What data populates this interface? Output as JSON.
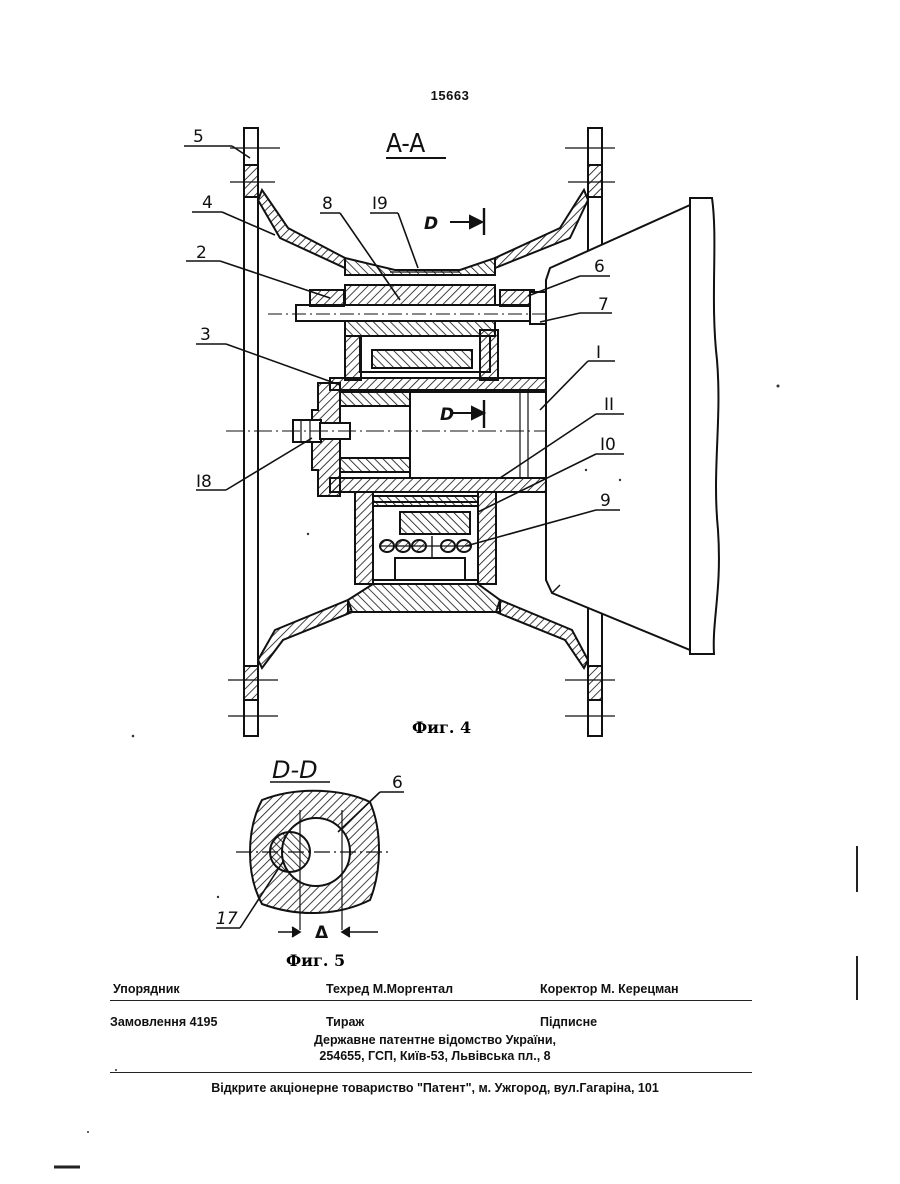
{
  "page_number": "15663",
  "figure4": {
    "section_label": "A-A",
    "caption": "Фиг. 4",
    "view_marker": "D",
    "labels": {
      "l5": "5",
      "l4": "4",
      "l8": "8",
      "l19": "I9",
      "l2": "2",
      "l6": "6",
      "l7": "7",
      "l3": "3",
      "l1": "I",
      "l11": "II",
      "l18": "I8",
      "l10": "I0",
      "l9": "9"
    }
  },
  "figure5": {
    "section_label": "D-D",
    "caption": "Фиг. 5",
    "labels": {
      "l6": "6",
      "l17": "17",
      "delta": "Δ"
    }
  },
  "imprint": {
    "compiler": "Упорядник",
    "tech_editor": "Техред М.Моргентал",
    "proofreader": "Коректор М. Керецман",
    "order": "Замовлення 4195",
    "circulation": "Тираж",
    "subscription": "Підписне",
    "office_line1": "Державне патентне відомство України,",
    "office_line2": "254655, ГСП, Київ-53, Львівська пл., 8",
    "publisher": "Відкрите акціонерне товариство \"Патент\", м. Ужгород, вул.Гагаріна, 101"
  }
}
